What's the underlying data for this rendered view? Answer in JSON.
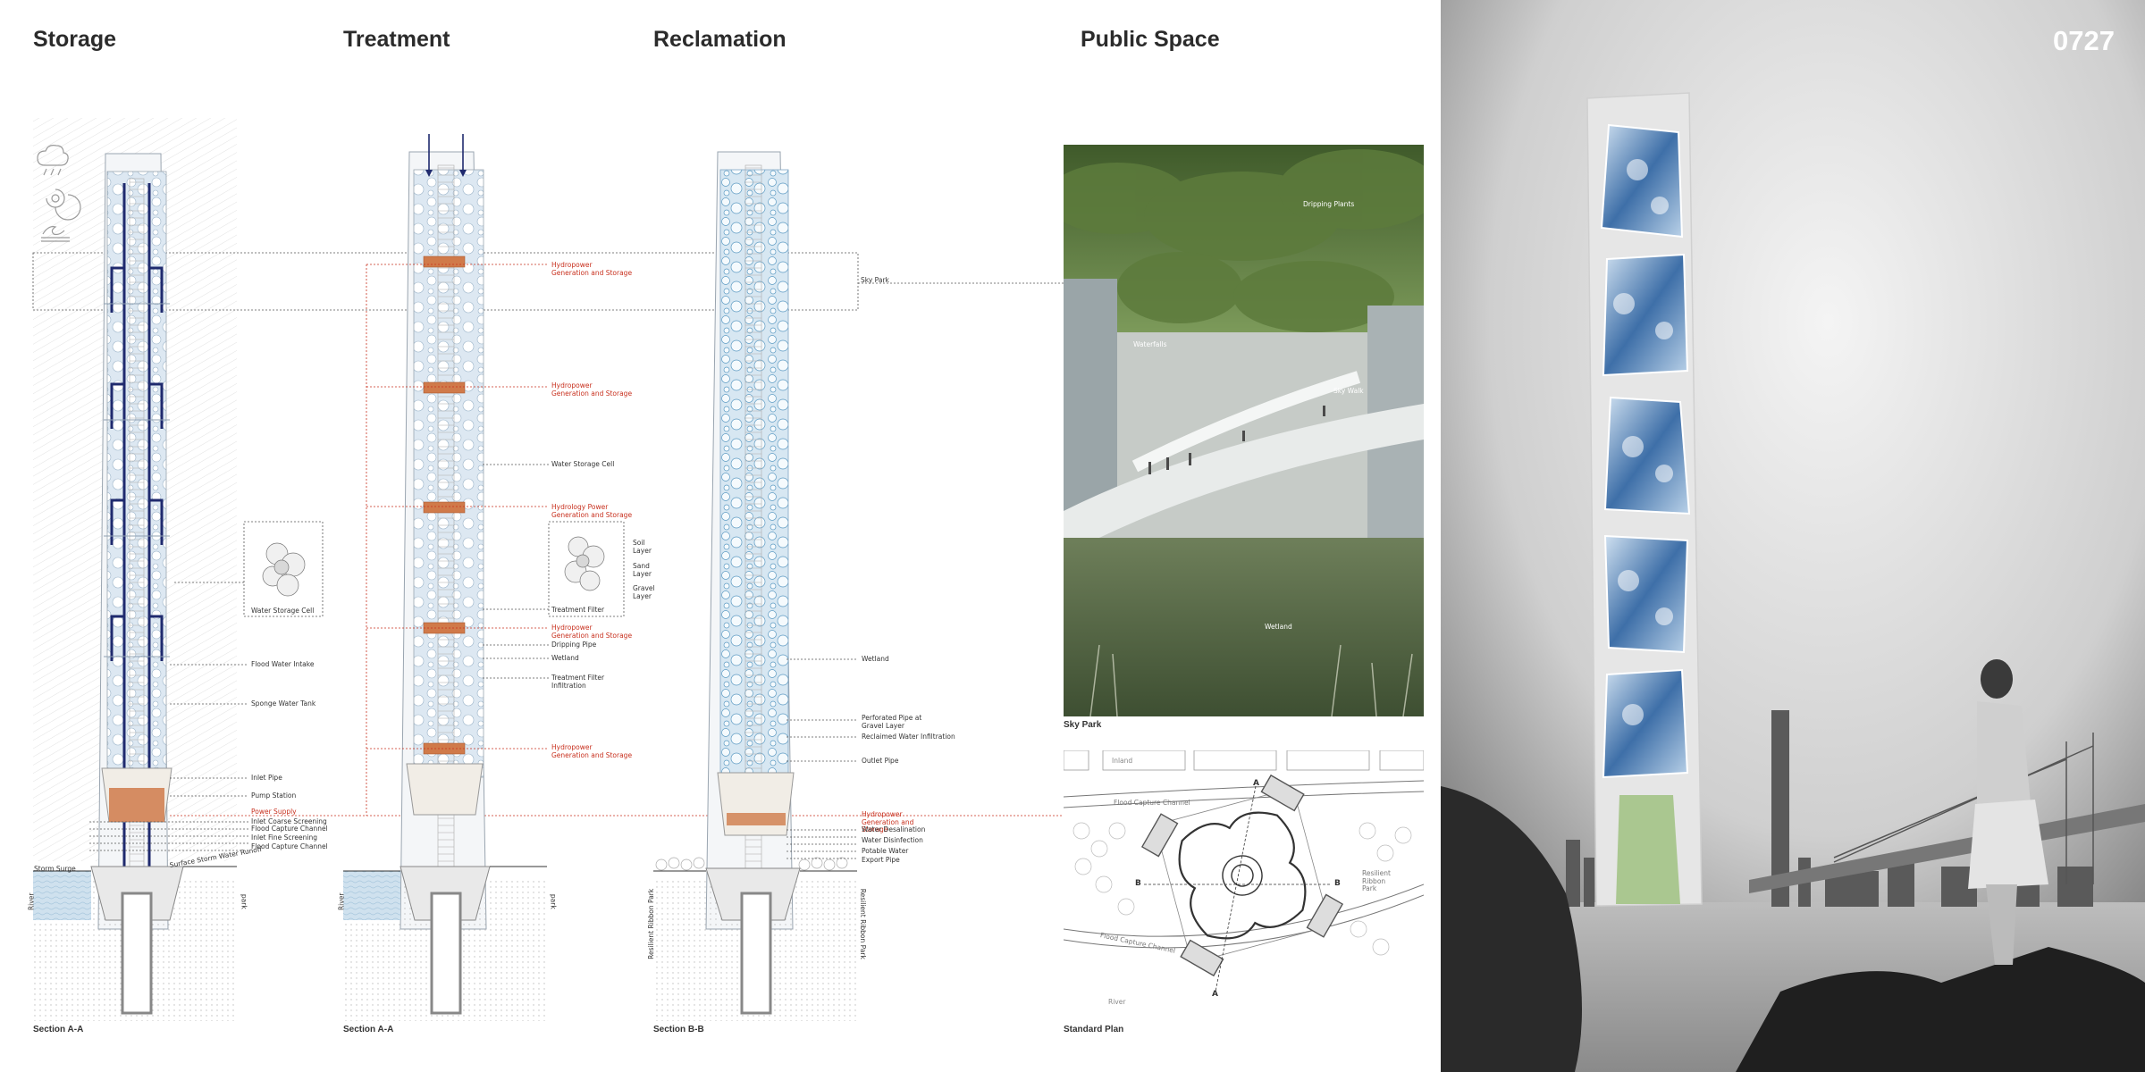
{
  "headings": {
    "storage": "Storage",
    "treatment": "Treatment",
    "reclamation": "Reclamation",
    "public_space": "Public Space"
  },
  "sections": {
    "storage": "Section A-A",
    "treatment": "Section A-A",
    "reclamation": "Section B-B"
  },
  "storage_labels": {
    "water_storage_cell": "Water Storage Cell",
    "flood_water_intake": "Flood Water Intake",
    "sponge_water_tank": "Sponge Water Tank",
    "inlet_pipe": "Inlet Pipe",
    "pump_station": "Pump Station",
    "power_supply": "Power Supply",
    "inlet_coarse_screening": "Inlet Coarse Screening",
    "flood_capture_channel_1": "Flood Capture Channel",
    "inlet_fine_screening": "Inlet Fine Screening",
    "flood_capture_channel_2": "Flood Capture Channel",
    "storm_surge": "Storm Surge",
    "surface_storm_water_runoff": "Surface Storm Water Runoff",
    "river": "River",
    "park": "park"
  },
  "treatment_labels": {
    "hydropower_1": "Hydropower",
    "gen_storage_1": "Generation and Storage",
    "hydropower_2": "Hydropower",
    "gen_storage_2": "Generation and Storage",
    "water_storage_cell": "Water Storage Cell",
    "hydrology_power": "Hydrology Power",
    "gen_storage_3": "Generation and Storage",
    "soil_layer": "Soil Layer",
    "sand_layer": "Sand Layer",
    "gravel_layer": "Gravel Layer",
    "treatment_filter_1": "Treatment Filter",
    "hydropower_4": "Hydropower",
    "gen_storage_4": "Generation and Storage",
    "dripping_pipe": "Dripping Pipe",
    "wetland": "Wetland",
    "treatment_filter_2": "Treatment Filter",
    "infiltration": "Infiltration",
    "hydropower_5": "Hydropower",
    "gen_storage_5": "Generation and Storage",
    "river": "River",
    "park": "park"
  },
  "reclamation_labels": {
    "sky_park": "Sky Park",
    "wetland": "Wetland",
    "perforated_pipe": "Perforated Pipe at Gravel Layer",
    "reclaimed_water_infiltration": "Reclaimed Water Infiltration",
    "outlet_pipe": "Outlet Pipe",
    "hydropower_gen_storage": "Hydropower Generation and Storage",
    "water_desalination": "Water Desalination",
    "water_disinfection": "Water Disinfection",
    "potable_water": "Potable Water",
    "export_pipe": "Export Pipe",
    "resilient_ribbon_park_left": "Resilient Ribbon Park",
    "resilient_ribbon_park_right": "Resilient Ribbon Park"
  },
  "public_space": {
    "photo_labels": {
      "dripping_plants": "Dripping Plants",
      "waterfalls": "Waterfalls",
      "sky_walk": "Sky Walk",
      "wetland": "Wetland"
    },
    "sky_park_caption": "Sky Park",
    "plan": {
      "inland": "Inland",
      "flood_capture_channel_top": "Flood Capture Channel",
      "flood_capture_channel_bottom": "Flood Capture Channel",
      "resilient_ribbon_park": "Resilient Ribbon Park",
      "river": "River",
      "a_top": "A",
      "a_bottom": "A",
      "b_left": "B",
      "b_right": "B"
    },
    "standard_plan_caption": "Standard Plan"
  },
  "render": {
    "project_number": "0727"
  },
  "colors": {
    "label_red": "#c8301e",
    "pipe_navy": "#1f2a6e",
    "water_blue": "#8ab7d6",
    "generator_orange": "#d07a4a",
    "heading_dark": "#2b2b2b"
  }
}
